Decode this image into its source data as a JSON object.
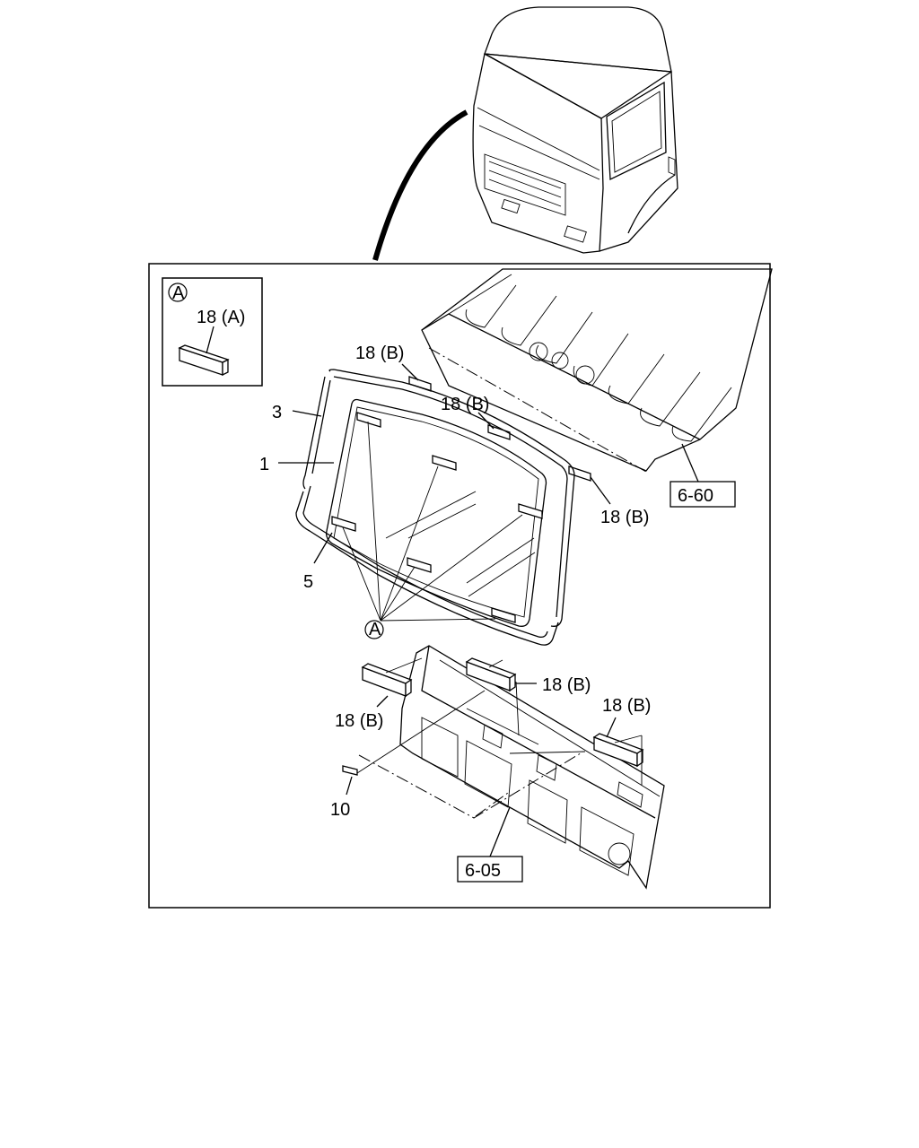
{
  "labels": {
    "inset_mark": "A",
    "inset_part": "18 (A)",
    "roof_pad_1": "18 (B)",
    "roof_pad_2": "18 (B)",
    "roof_pad_3": "18 (B)",
    "ref_roof": "6-60",
    "part_3": "3",
    "part_1": "1",
    "part_5": "5",
    "pad_mark": "A",
    "cowl_pad_left": "18 (B)",
    "cowl_pad_center": "18 (B)",
    "cowl_pad_right": "18 (B)",
    "part_10": "10",
    "ref_cowl": "6-05"
  }
}
